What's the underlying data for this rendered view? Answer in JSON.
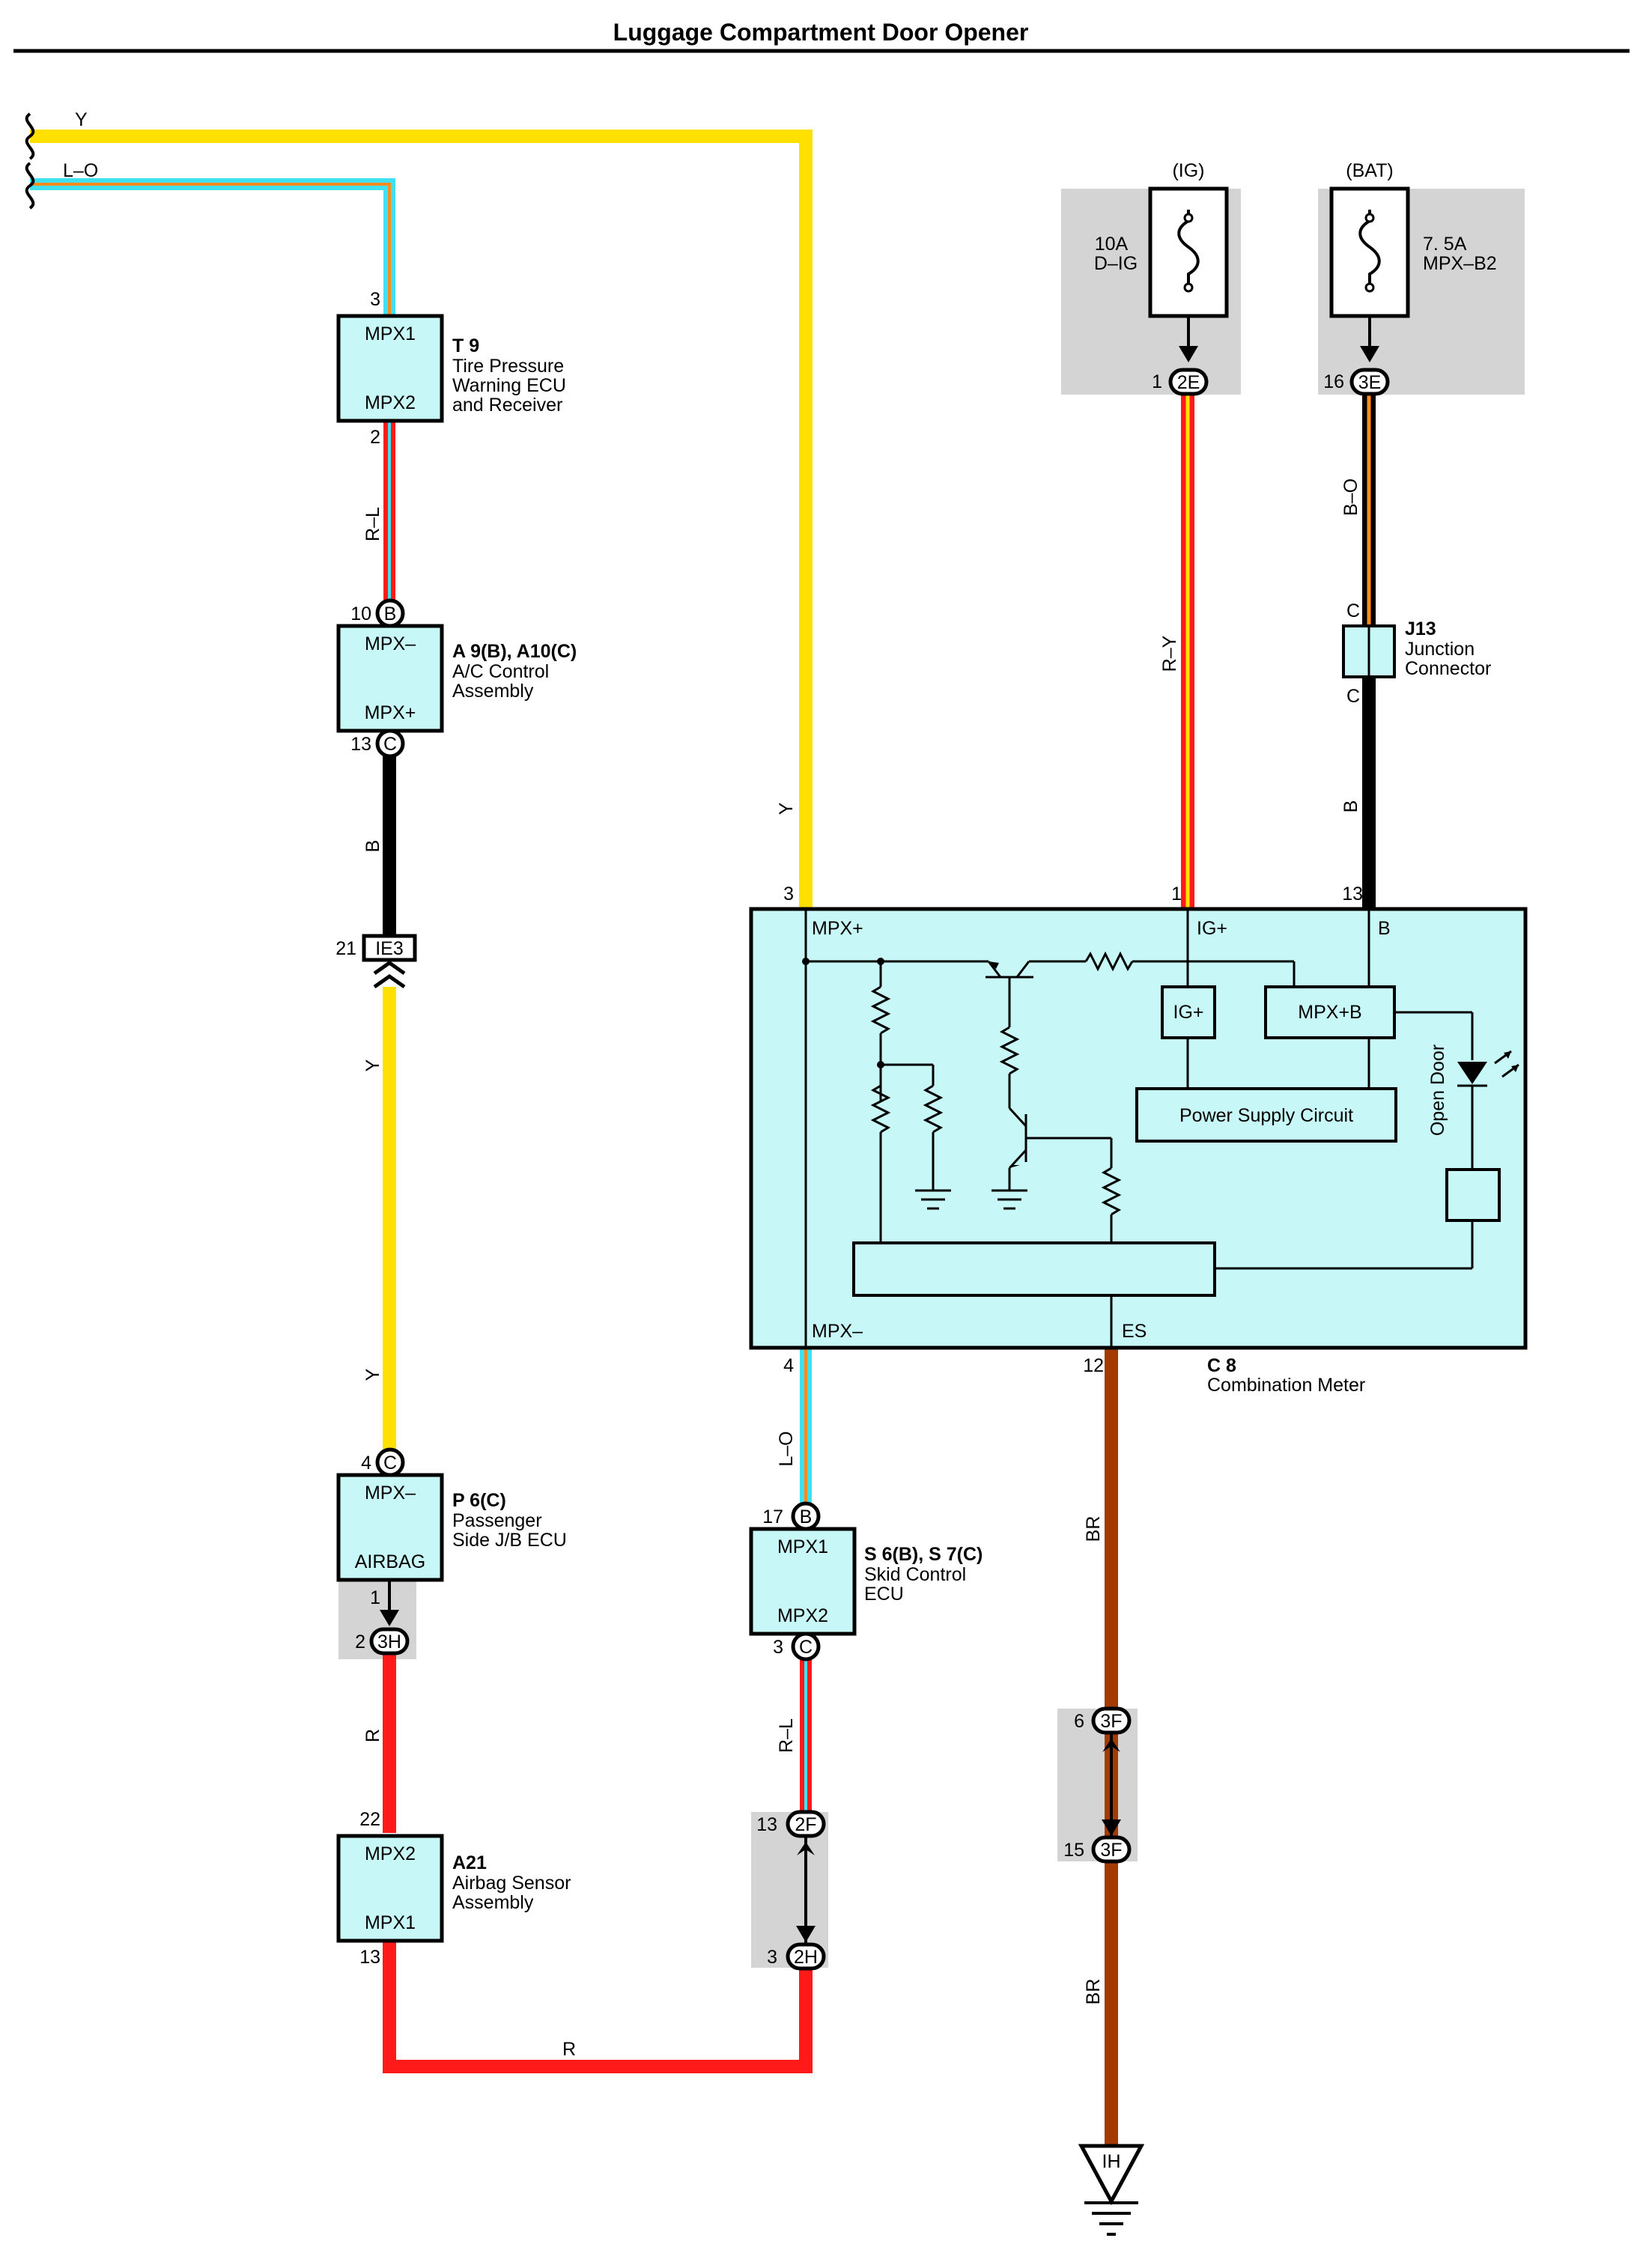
{
  "title": "Luggage Compartment Door Opener",
  "wires": {
    "y_top": "Y",
    "lo_top": "L–O",
    "rl_t9": "R–L",
    "b_ac": "B",
    "y_left1": "Y",
    "y_left2": "Y",
    "r_p6": "R",
    "r_bottom": "R",
    "y_mid": "Y",
    "lo_mid": "L–O",
    "rl_s6": "R–L",
    "ry": "R–Y",
    "bo": "B–O",
    "b_j13": "B",
    "br1": "BR",
    "br2": "BR"
  },
  "fuses": {
    "ig": {
      "source": "(IG)",
      "rating": "10A",
      "name": "D–IG",
      "pin": "1",
      "conn": "2E"
    },
    "bat": {
      "source": "(BAT)",
      "rating": "7. 5A",
      "name": "MPX–B2",
      "pin": "16",
      "conn": "3E"
    }
  },
  "components": {
    "t9": {
      "code": "T 9",
      "desc1": "Tire Pressure",
      "desc2": "Warning ECU",
      "desc3": "and Receiver",
      "top": "MPX1",
      "bottom": "MPX2",
      "pin_top": "3",
      "pin_bottom": "2"
    },
    "a9": {
      "code": "A 9(B), A10(C)",
      "desc1": "A/C Control",
      "desc2": "Assembly",
      "top": "MPX–",
      "bottom": "MPX+",
      "pin_top": "10",
      "conn_top": "B",
      "pin_bottom": "13",
      "conn_bottom": "C"
    },
    "ie3": {
      "pin": "21",
      "conn": "IE3"
    },
    "p6": {
      "code": "P 6(C)",
      "desc1": "Passenger",
      "desc2": "Side J/B ECU",
      "top": "MPX–",
      "bottom": "AIRBAG",
      "pin_top": "4",
      "conn_top": "C",
      "pin_bottom": "1",
      "pin_3h": "2",
      "conn_3h": "3H"
    },
    "a21": {
      "code": "A21",
      "desc1": "Airbag Sensor",
      "desc2": "Assembly",
      "top": "MPX2",
      "bottom": "MPX1",
      "pin_top": "22",
      "pin_bottom": "13"
    },
    "s6": {
      "code": "S 6(B), S 7(C)",
      "desc1": "Skid Control",
      "desc2": "ECU",
      "top": "MPX1",
      "bottom": "MPX2",
      "pin_top": "17",
      "conn_top": "B",
      "pin_bottom": "3",
      "conn_bottom": "C"
    },
    "j13": {
      "code": "J13",
      "desc1": "Junction",
      "desc2": "Connector",
      "pin_top": "C",
      "pin_bottom": "C"
    },
    "c8": {
      "code": "C 8",
      "desc": "Combination Meter",
      "mpx_plus": "MPX+",
      "ig_plus": "IG+",
      "b": "B",
      "mpx_minus": "MPX–",
      "es": "ES",
      "pin_mpx_plus": "3",
      "pin_ig": "1",
      "pin_b": "13",
      "pin_mpx_minus": "4",
      "pin_es": "12",
      "inner_ig": "IG+",
      "inner_mpxb": "MPX+B",
      "psu": "Power Supply Circuit",
      "open_door": "Open Door"
    },
    "conn_2f": {
      "pin": "13",
      "conn": "2F"
    },
    "conn_2h": {
      "pin": "3",
      "conn": "2H"
    },
    "conn_3f_top": {
      "pin": "6",
      "conn": "3F"
    },
    "conn_3f_bot": {
      "pin": "15",
      "conn": "3F"
    },
    "ground": {
      "label": "IH"
    }
  },
  "colors": {
    "yellow": "#ffe000",
    "red": "#ff1a1a",
    "cyan": "#40e0f0",
    "orange": "#ff8c1a",
    "black": "#000000",
    "brown": "#a33a00",
    "box": "#c8f7f7",
    "gray_box": "#d4d4d4"
  }
}
